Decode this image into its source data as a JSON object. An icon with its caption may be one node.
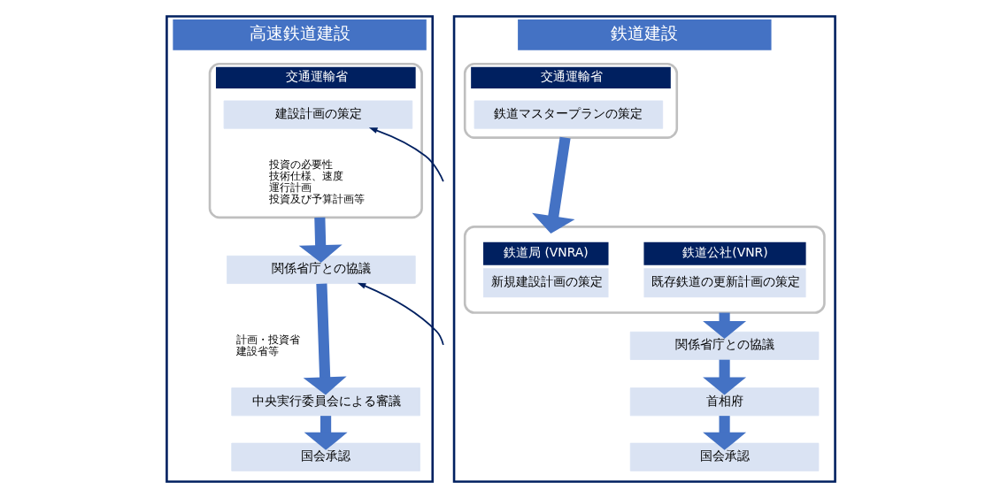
{
  "diagram": {
    "nodes": [
      {
        "text": [
          "高速鉄道建設"
        ]
      },
      {
        "text": [
          "交通運輸省"
        ],
        "in": 0
      },
      {
        "text": [
          "建設計画の策定"
        ],
        "in": 1,
        "beside": [
          "投資の必要性",
          "技術仕様、速度",
          "運行計画",
          "投資及び予算計画等"
        ]
      },
      {
        "text": [
          "関係省庁との協議"
        ],
        "in": 0,
        "beside": [
          "計画・投資省",
          "建設省等"
        ]
      },
      {
        "text": [
          "中央実行委員会による審議"
        ],
        "in": 0
      },
      {
        "text": [
          "国会承認"
        ],
        "in": 0
      },
      {
        "text": [
          "鉄道建設"
        ]
      },
      {
        "text": [
          "交通運輸省"
        ],
        "in": 6
      },
      {
        "text": [
          "鉄道マスタープランの策定"
        ],
        "in": 7
      },
      {
        "text": [],
        "shape": "box",
        "in": 6
      },
      {
        "text": [
          "鉄道局 (VNRA)",
          "新規建設計画の策定"
        ],
        "in": 9
      },
      {
        "text": [
          "鉄道公社(VNR)",
          "既存鉄道の更新計画の策定"
        ],
        "in": 9
      },
      {
        "text": [
          "関係省庁との協議"
        ],
        "in": 6
      },
      {
        "text": [
          "首相府"
        ],
        "in": 6
      },
      {
        "text": [
          "国会承認"
        ],
        "in": 6
      }
    ],
    "edges": [
      {
        "from": 1,
        "to": 3,
        "arrow": "to"
      },
      {
        "from": 3,
        "to": 4,
        "arrow": "to"
      },
      {
        "from": 4,
        "to": 5,
        "arrow": "to"
      },
      {
        "from": null,
        "to": 2,
        "arrow": "to",
        "color": "#002060"
      },
      {
        "from": null,
        "to": 3,
        "arrow": "to",
        "color": "#002060"
      },
      {
        "from": 7,
        "to": 9,
        "arrow": "to"
      },
      {
        "from": 9,
        "to": 12,
        "arrow": "to"
      },
      {
        "from": 12,
        "to": 13,
        "arrow": "to"
      },
      {
        "from": 13,
        "to": 14,
        "arrow": "to"
      }
    ]
  }
}
